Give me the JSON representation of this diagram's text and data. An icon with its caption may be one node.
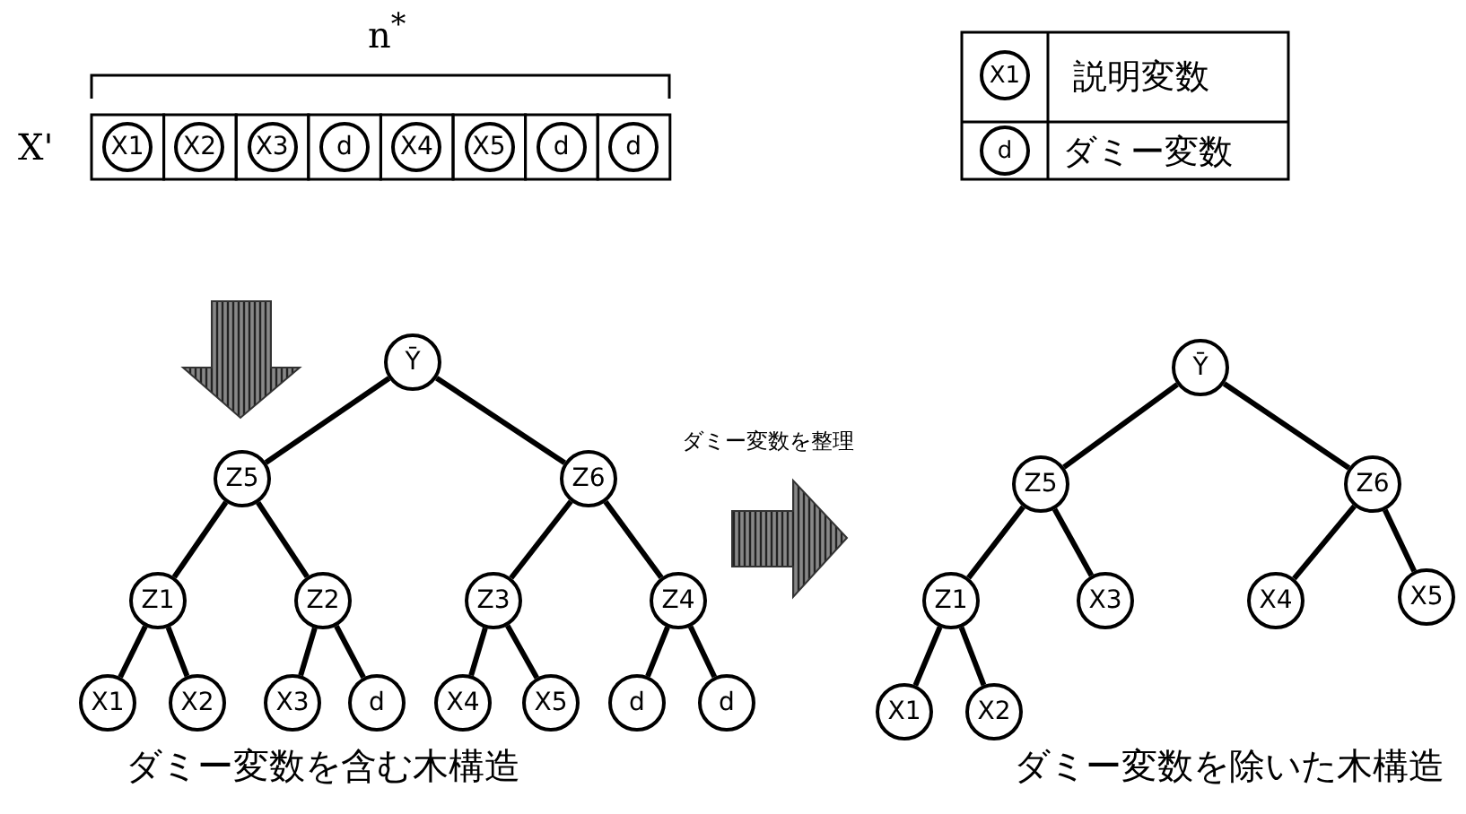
{
  "diagram": {
    "nodes": [
      {
        "text": [
          "X1"
        ]
      },
      {
        "text": [
          "X2"
        ]
      },
      {
        "text": [
          "X3"
        ]
      },
      {
        "text": [
          "d"
        ]
      },
      {
        "text": [
          "X4"
        ]
      },
      {
        "text": [
          "X5"
        ]
      },
      {
        "text": [
          "d"
        ]
      },
      {
        "text": [
          "d"
        ]
      },
      {
        "text": [
          "Ȳ"
        ]
      },
      {
        "text": [
          "Z5"
        ]
      },
      {
        "text": [
          "Z6"
        ]
      },
      {
        "text": [
          "Z1"
        ]
      },
      {
        "text": [
          "Z2"
        ]
      },
      {
        "text": [
          "Z3"
        ]
      },
      {
        "text": [
          "Z4"
        ]
      },
      {
        "text": [
          "X1"
        ]
      },
      {
        "text": [
          "X2"
        ]
      },
      {
        "text": [
          "X3"
        ]
      },
      {
        "text": [
          "d"
        ]
      },
      {
        "text": [
          "X4"
        ]
      },
      {
        "text": [
          "X5"
        ]
      },
      {
        "text": [
          "d"
        ]
      },
      {
        "text": [
          "d"
        ]
      },
      {
        "text": [
          "Ȳ"
        ]
      },
      {
        "text": [
          "Z5"
        ]
      },
      {
        "text": [
          "Z6"
        ]
      },
      {
        "text": [
          "Z1"
        ]
      },
      {
        "text": [
          "X3"
        ]
      },
      {
        "text": [
          "X4"
        ]
      },
      {
        "text": [
          "X5"
        ]
      },
      {
        "text": [
          "X1"
        ]
      },
      {
        "text": [
          "X2"
        ]
      }
    ],
    "edges": [
      {
        "from": 8,
        "to": 9,
        "arrow": "none"
      },
      {
        "from": 8,
        "to": 10,
        "arrow": "none"
      },
      {
        "from": 9,
        "to": 11,
        "arrow": "none"
      },
      {
        "from": 9,
        "to": 12,
        "arrow": "none"
      },
      {
        "from": 10,
        "to": 13,
        "arrow": "none"
      },
      {
        "from": 10,
        "to": 14,
        "arrow": "none"
      },
      {
        "from": 11,
        "to": 15,
        "arrow": "none"
      },
      {
        "from": 11,
        "to": 16,
        "arrow": "none"
      },
      {
        "from": 12,
        "to": 17,
        "arrow": "none"
      },
      {
        "from": 12,
        "to": 18,
        "arrow": "none"
      },
      {
        "from": 13,
        "to": 19,
        "arrow": "none"
      },
      {
        "from": 13,
        "to": 20,
        "arrow": "none"
      },
      {
        "from": 14,
        "to": 21,
        "arrow": "none"
      },
      {
        "from": 14,
        "to": 22,
        "arrow": "none"
      },
      {
        "from": 23,
        "to": 24,
        "arrow": "none"
      },
      {
        "from": 23,
        "to": 25,
        "arrow": "none"
      },
      {
        "from": 24,
        "to": 26,
        "arrow": "none"
      },
      {
        "from": 24,
        "to": 27,
        "arrow": "none"
      },
      {
        "from": 25,
        "to": 28,
        "arrow": "none"
      },
      {
        "from": 25,
        "to": 29,
        "arrow": "none"
      },
      {
        "from": 26,
        "to": 30,
        "arrow": "none"
      },
      {
        "from": 26,
        "to": 31,
        "arrow": "none"
      }
    ],
    "labels": [
      "n$^{*}$",
      "X'",
      "X1",
      "d",
      "ダミー変数を整理",
      "ダミー変数を含む木構造",
      "ダミー変数を除いた木構造"
    ],
    "legend": [
      {
        "text": "説明変数"
      },
      {
        "text": "ダミー変数"
      }
    ]
  }
}
